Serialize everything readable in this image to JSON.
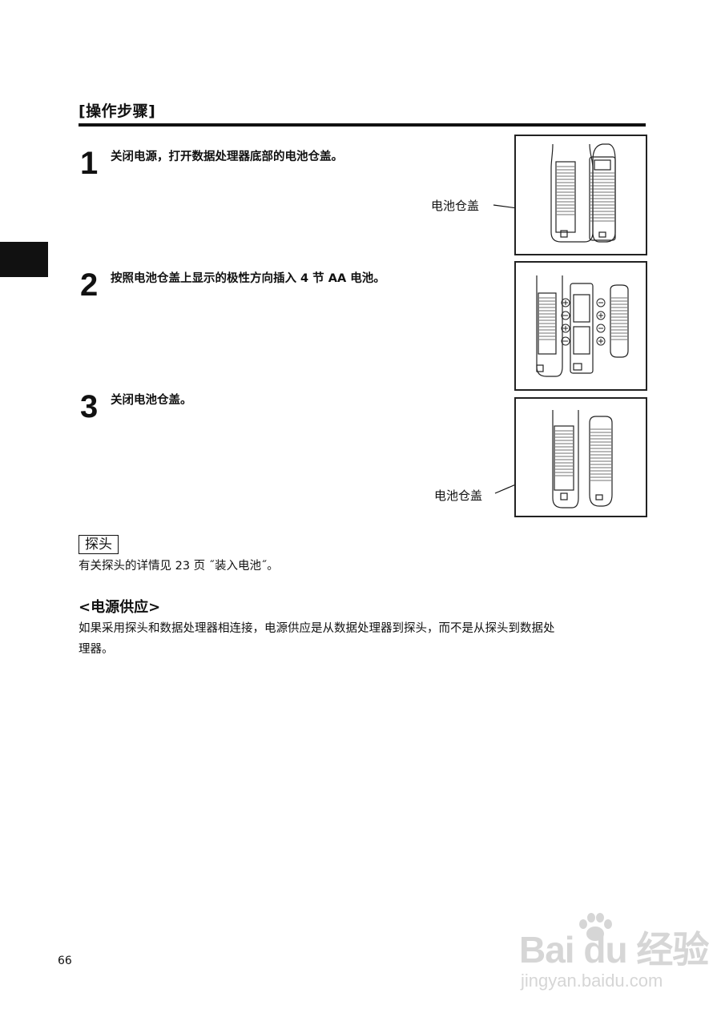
{
  "header": {
    "title": "[操作步骤]"
  },
  "steps": [
    {
      "number": "1",
      "text": "关闭电源，打开数据处理器底部的电池仓盖。",
      "callout": "电池仓盖"
    },
    {
      "number": "2",
      "text": "按照电池仓盖上显示的极性方向插入 4 节 AA 电池。"
    },
    {
      "number": "3",
      "text": "关闭电池仓盖。",
      "callout": "电池仓盖"
    }
  ],
  "note": {
    "label": "探头",
    "text": "有关探头的详情见 23 页 ˝装入电池˝。"
  },
  "power": {
    "heading": "<电源供应>",
    "line1": "如果采用探头和数据处理器相连接，电源供应是从数据处理器到探头，而不是从探头到数据处",
    "line2": "理器。"
  },
  "page_number": "66",
  "watermark": {
    "brand": "Bai du 经验",
    "url": "jingyan.baidu.com"
  },
  "icons": [
    "polarity-plus-icon",
    "polarity-minus-icon",
    "paw-icon"
  ]
}
